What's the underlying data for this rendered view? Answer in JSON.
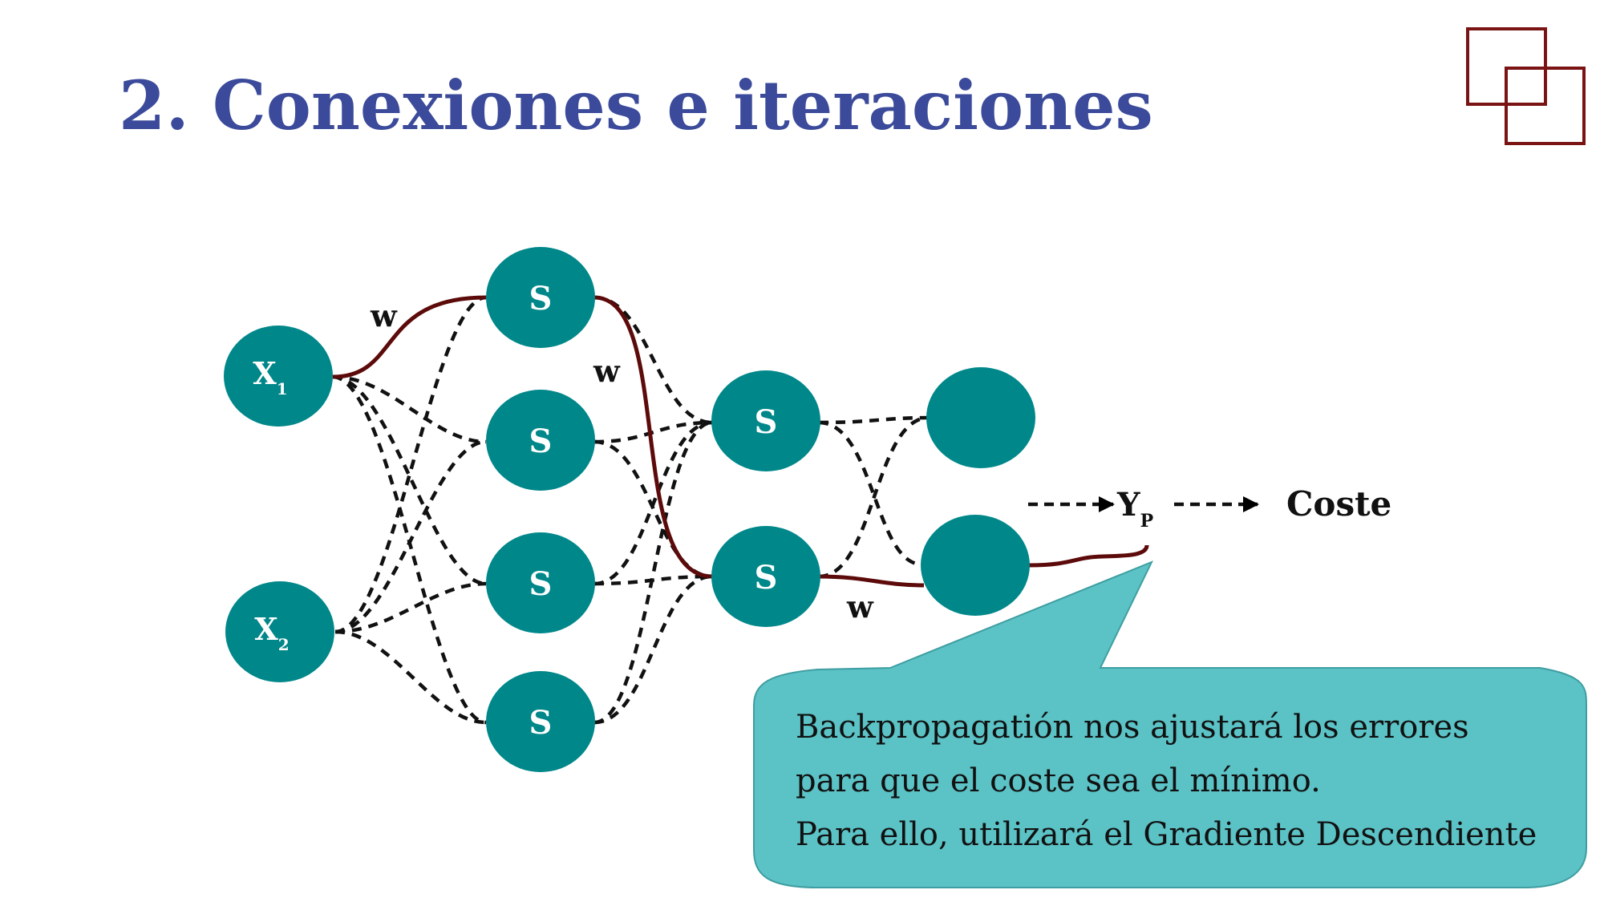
{
  "title": "2. Conexiones e iteraciones",
  "logo": {
    "icon": "overlapping-squares-icon",
    "color": "#7a1414"
  },
  "colors": {
    "node": "#00878a",
    "highlight_path": "#5c0a0a",
    "callout": "#5bc2c6",
    "title": "#3b4a9a"
  },
  "diagram": {
    "inputs": [
      {
        "letter": "X",
        "sub": "1"
      },
      {
        "letter": "X",
        "sub": "2"
      }
    ],
    "hidden1": [
      "S",
      "S",
      "S",
      "S"
    ],
    "hidden2": [
      "S",
      "S"
    ],
    "weight_label": "w",
    "output_label": {
      "letter": "Y",
      "sub": "P"
    },
    "cost_label": "Coste"
  },
  "callout": {
    "lines": [
      "Backpropagatión nos ajustará los errores",
      "para que el coste sea el mínimo.",
      "Para ello, utilizará el Gradiente Descendiente"
    ]
  }
}
